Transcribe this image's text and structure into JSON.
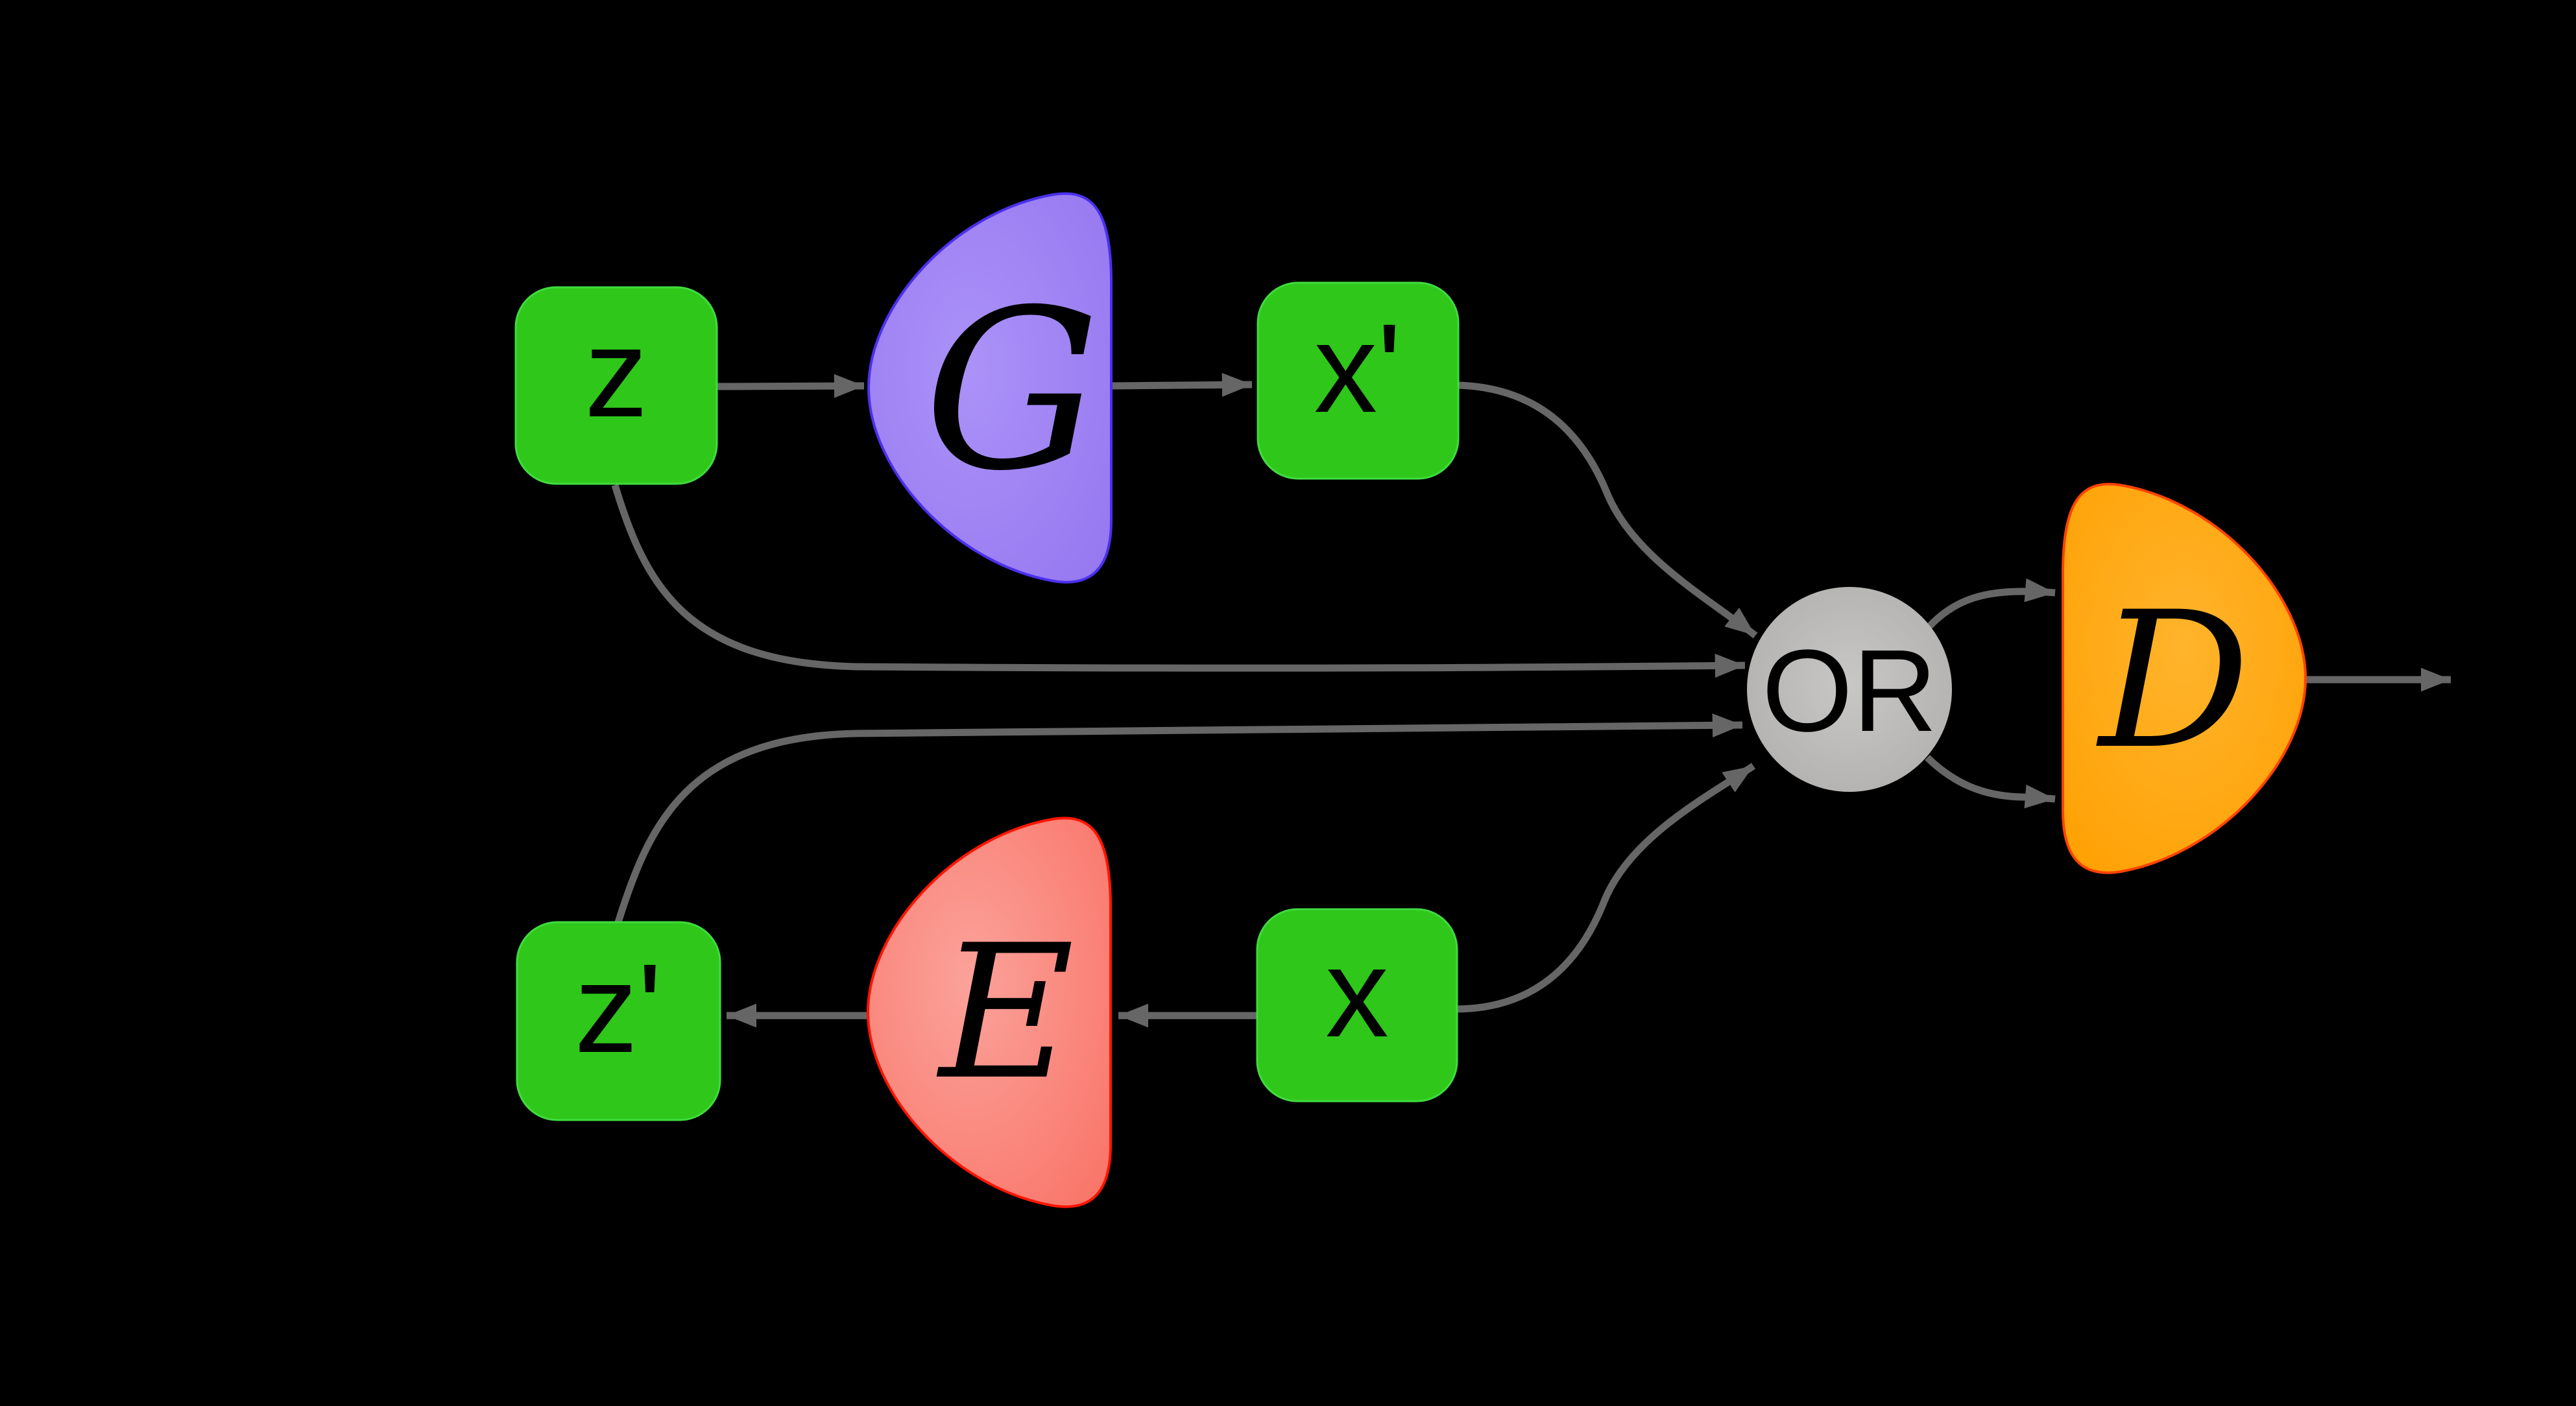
{
  "nodes": {
    "z": {
      "label": "z"
    },
    "x_prime": {
      "label": "x'"
    },
    "z_prime": {
      "label": "z'"
    },
    "x": {
      "label": "x"
    },
    "generator": {
      "label": "G"
    },
    "encoder": {
      "label": "E"
    },
    "discriminator": {
      "label": "D"
    },
    "or_gate": {
      "label": "OR"
    }
  },
  "edges": [
    {
      "from": "z",
      "to": "generator"
    },
    {
      "from": "generator",
      "to": "x_prime"
    },
    {
      "from": "x",
      "to": "encoder"
    },
    {
      "from": "encoder",
      "to": "z_prime"
    },
    {
      "from": "x_prime",
      "to": "or_gate"
    },
    {
      "from": "z",
      "to": "or_gate"
    },
    {
      "from": "z_prime",
      "to": "or_gate"
    },
    {
      "from": "x",
      "to": "or_gate"
    },
    {
      "from": "or_gate",
      "to": "discriminator",
      "port": "top"
    },
    {
      "from": "or_gate",
      "to": "discriminator",
      "port": "bottom"
    },
    {
      "from": "discriminator",
      "to": "output"
    }
  ],
  "colors": {
    "background": "#000000",
    "text": "#000000",
    "edge": "#666666",
    "io_fill": "#2fc71a",
    "io_stroke": "#3fdc3f",
    "generator_fill": "#9678f0",
    "generator_fill_light": "#ab92f8",
    "generator_stroke": "#4a30ee",
    "encoder_fill": "#f97468",
    "encoder_fill_light": "#fba29a",
    "encoder_stroke": "#ff1500",
    "discriminator_fill": "#ff9f00",
    "discriminator_fill_light": "#ffb42c",
    "discriminator_stroke": "#ff4300",
    "or_fill": "#c8c7c5",
    "or_fill_edge": "#aeadab"
  }
}
